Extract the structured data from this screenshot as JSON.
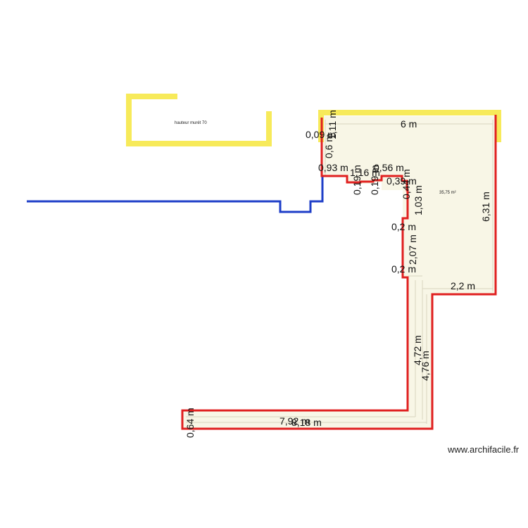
{
  "colors": {
    "wall_red": "#e02020",
    "line_blue": "#1e3ec8",
    "accent_yellow": "#f7ea5a",
    "floor_fill": "#f8f6e6",
    "guide": "#d7d4bf"
  },
  "labels": {
    "annex_note": "hauteur murét 70",
    "area": "35,75 m²",
    "credit": "www.archifacile.fr"
  },
  "dimensions": [
    "6 m",
    "6,31 m",
    "2,2 m",
    "0,09 m",
    "1,11 m",
    "0,6 m",
    "0,93 m",
    "1,16 m",
    "0,56 m",
    "0,19 m",
    "0,19 m",
    "0,39 m",
    "0,44 m",
    "1,03 m",
    "0,2 m",
    "2,07 m",
    "0,2 m",
    "4,72 m",
    "4,76 m",
    "7,92 m",
    "8,18 m",
    "0,64 m"
  ]
}
